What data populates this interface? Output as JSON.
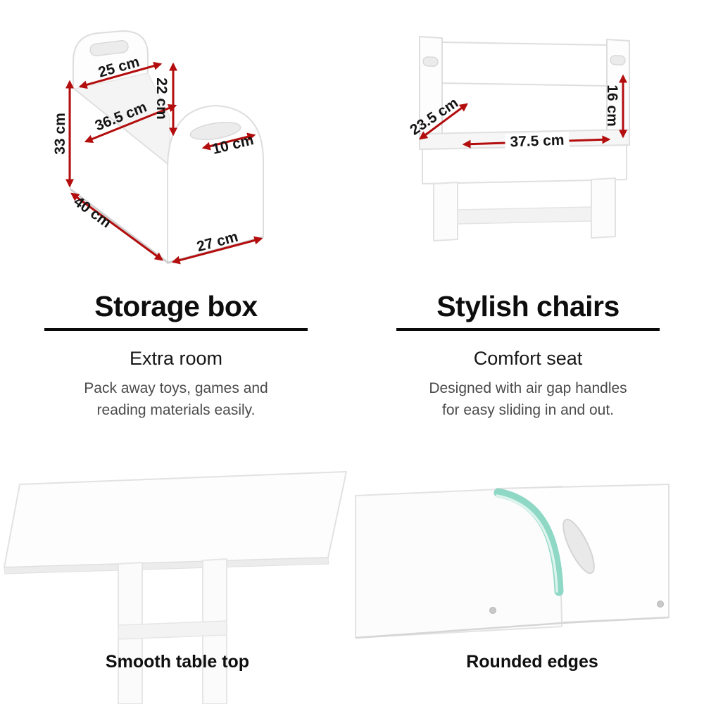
{
  "colors": {
    "dim-line": "#b30d0d",
    "dim-text": "#141414",
    "divider": "#0a0a0a",
    "highlight": "#8fd8c5",
    "muted-text": "#4b4b4b"
  },
  "storage_box": {
    "title": "Storage box",
    "subtitle": "Extra room",
    "description_lines": [
      "Pack away toys, games and",
      "reading materials easily."
    ],
    "dims": {
      "top_width": "25 cm",
      "arch_height": "22 cm",
      "total_height": "33 cm",
      "inner_diagonal": "36.5 cm",
      "handle_width": "10 cm",
      "length": "40 cm",
      "front_width": "27 cm"
    }
  },
  "chairs": {
    "title": "Stylish chairs",
    "subtitle": "Comfort seat",
    "description_lines": [
      "Designed with air gap handles",
      "for easy sliding in and out."
    ],
    "dims": {
      "seat_depth": "23.5 cm",
      "seat_width": "37.5 cm",
      "back_height": "16 cm"
    }
  },
  "table": {
    "caption": "Smooth table top"
  },
  "rounded_edges": {
    "caption": "Rounded edges"
  }
}
